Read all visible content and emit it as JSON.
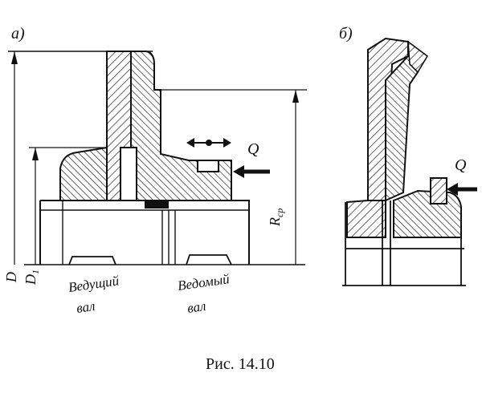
{
  "figure": {
    "panel_a_label": "а)",
    "panel_b_label": "б)",
    "caption": "Рис. 14.10"
  },
  "labels_a": {
    "dim_D": "D",
    "dim_D1": "D",
    "dim_D1_sub": "1",
    "dim_R": "R",
    "dim_R_sub": "ср",
    "force": "Q",
    "driving_shaft_line1": "Ведущий",
    "driving_shaft_line2": "вал",
    "driven_shaft_line1": "Ведомый",
    "driven_shaft_line2": "вал"
  },
  "labels_b": {
    "force": "Q"
  },
  "colors": {
    "ink": "#111111",
    "paper": "#ffffff"
  }
}
